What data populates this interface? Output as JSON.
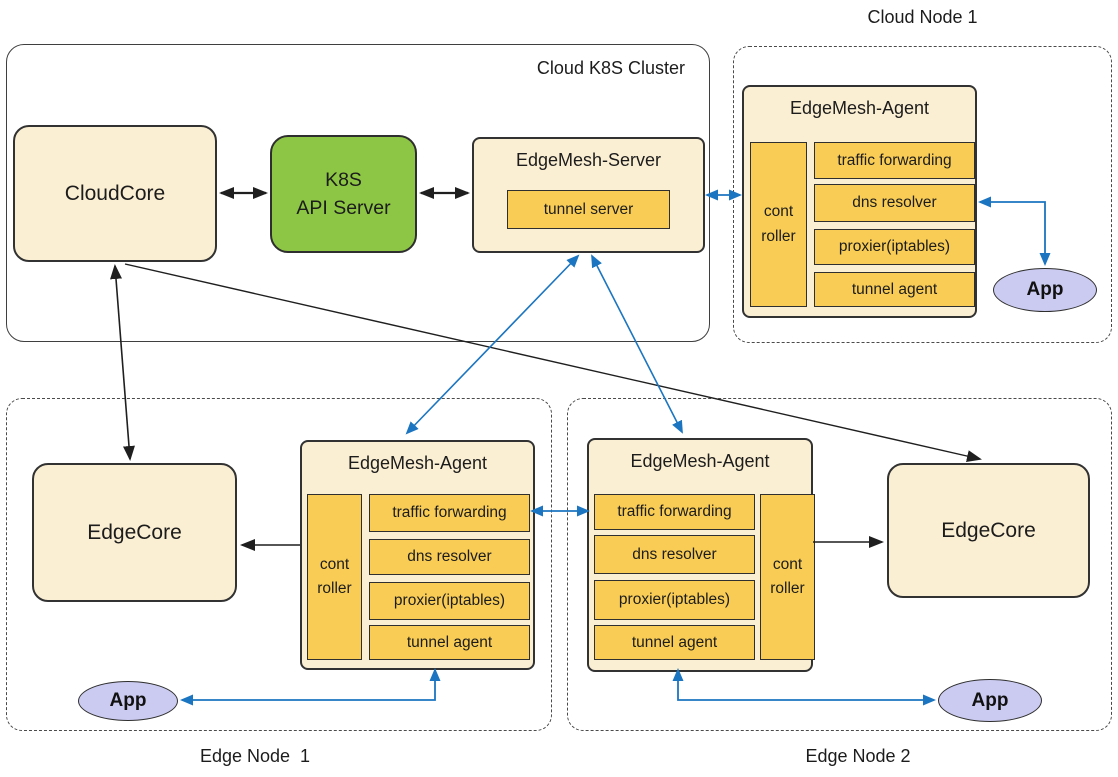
{
  "colors": {
    "cream_fill": "#FBEFD3",
    "orange_fill": "#F9CD55",
    "green_fill": "#8DC644",
    "app_purple_fill": "#CBCBF1",
    "blue_arrow": "#1B75C0",
    "black_line": "#1f1f1f"
  },
  "cluster": {
    "title": "Cloud K8S Cluster",
    "cloudcore_label": "CloudCore",
    "k8s_label_line1": "K8S",
    "k8s_label_line2": "API Server",
    "server_title": "EdgeMesh-Server",
    "tunnel_server_label": "tunnel server"
  },
  "cloud_node_1": {
    "title": "Cloud Node 1",
    "agent": {
      "title": "EdgeMesh-Agent",
      "controller_line1": "cont",
      "controller_line2": "roller",
      "modules": [
        "traffic forwarding",
        "dns resolver",
        "proxier(iptables)",
        "tunnel agent"
      ]
    },
    "app_label": "App"
  },
  "edge_node_1": {
    "title": "Edge Node  1",
    "edgecore_label": "EdgeCore",
    "agent": {
      "title": "EdgeMesh-Agent",
      "controller_line1": "cont",
      "controller_line2": "roller",
      "modules": [
        "traffic forwarding",
        "dns resolver",
        "proxier(iptables)",
        "tunnel agent"
      ]
    },
    "app_label": "App"
  },
  "edge_node_2": {
    "title": "Edge Node 2",
    "edgecore_label": "EdgeCore",
    "agent": {
      "title": "EdgeMesh-Agent",
      "controller_line1": "cont",
      "controller_line2": "roller",
      "modules": [
        "traffic forwarding",
        "dns resolver",
        "proxier(iptables)",
        "tunnel agent"
      ]
    },
    "app_label": "App"
  },
  "connections": [
    {
      "from": "CloudCore",
      "to": "K8S API Server",
      "color": "black",
      "bidirectional": true
    },
    {
      "from": "K8S API Server",
      "to": "EdgeMesh-Server",
      "color": "black",
      "bidirectional": true
    },
    {
      "from": "CloudCore",
      "to": "EdgeCore (Edge Node 1)",
      "color": "black",
      "bidirectional": true
    },
    {
      "from": "CloudCore",
      "to": "EdgeCore (Edge Node 2)",
      "color": "black",
      "bidirectional": false
    },
    {
      "from": "EdgeMesh-Agent (Edge Node 1)",
      "to": "EdgeCore (Edge Node 1)",
      "color": "black",
      "bidirectional": false
    },
    {
      "from": "EdgeMesh-Agent (Edge Node 2)",
      "to": "EdgeCore (Edge Node 2)",
      "color": "black",
      "bidirectional": false
    },
    {
      "from": "EdgeMesh-Server",
      "to": "EdgeMesh-Agent (Cloud Node 1)",
      "color": "blue",
      "bidirectional": true
    },
    {
      "from": "tunnel server",
      "to": "EdgeMesh-Agent (Edge Node 1)",
      "color": "blue",
      "bidirectional": true
    },
    {
      "from": "tunnel server",
      "to": "EdgeMesh-Agent (Edge Node 2)",
      "color": "blue",
      "bidirectional": true
    },
    {
      "from": "traffic forwarding (Edge Node 1)",
      "to": "traffic forwarding (Edge Node 2)",
      "color": "blue",
      "bidirectional": true
    },
    {
      "from": "dns resolver (Cloud Node 1)",
      "to": "App (Cloud Node 1)",
      "color": "blue",
      "bidirectional": true
    },
    {
      "from": "EdgeMesh-Agent (Edge Node 1)",
      "to": "App (Edge Node 1)",
      "color": "blue",
      "bidirectional": true
    },
    {
      "from": "EdgeMesh-Agent (Edge Node 2)",
      "to": "App (Edge Node 2)",
      "color": "blue",
      "bidirectional": true
    }
  ]
}
